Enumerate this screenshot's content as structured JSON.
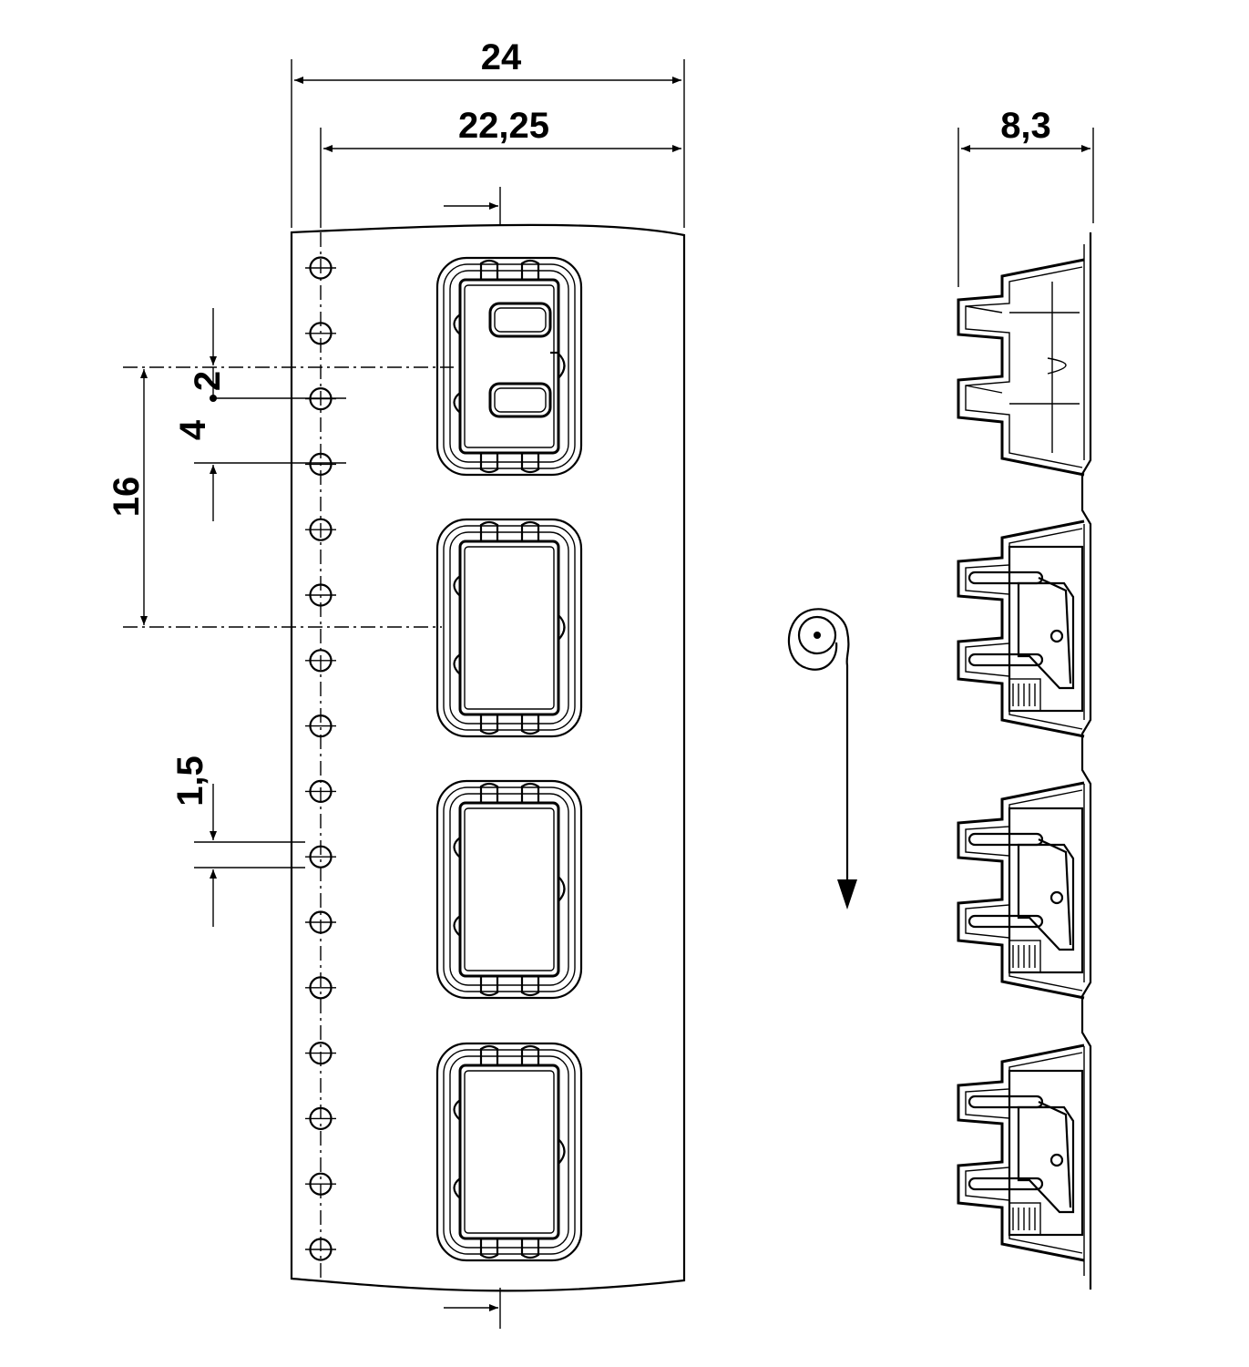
{
  "dimensions": {
    "tape_width": "24",
    "hole_to_edge": "22,25",
    "component_height": "8,3",
    "hole_offset": "2",
    "hole_pitch": "4",
    "pocket_pitch": "16",
    "hole_diameter": "1,5"
  },
  "colors": {
    "line": "#000000",
    "fill_grey": "#cccccc",
    "background": "#ffffff"
  },
  "icons": {
    "reel": "reel-direction-icon"
  }
}
